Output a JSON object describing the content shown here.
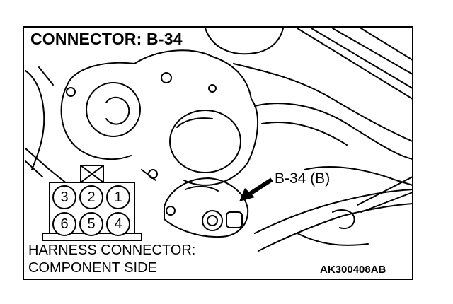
{
  "title": "CONNECTOR: B-34",
  "callout_label": "B-34 (B)",
  "harness_label_line1": "HARNESS CONNECTOR:",
  "harness_label_line2": "COMPONENT SIDE",
  "figure_code": "AK300408AB",
  "connector_pins": {
    "top_row": [
      "3",
      "2",
      "1"
    ],
    "bottom_row": [
      "6",
      "5",
      "4"
    ]
  }
}
